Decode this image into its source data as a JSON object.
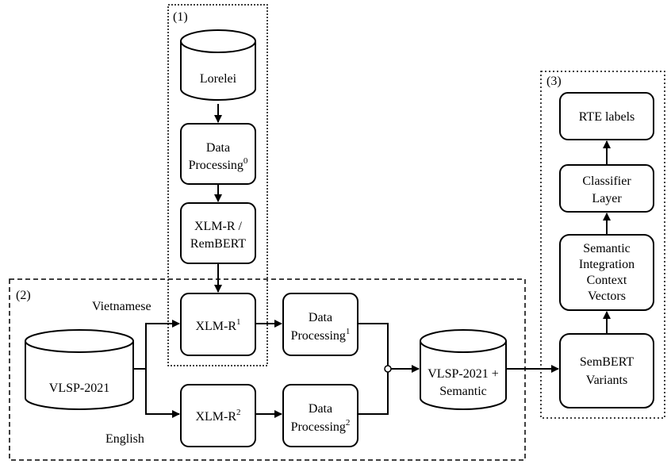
{
  "regions": {
    "pretraining": {
      "label": "(1)"
    },
    "finetuning": {
      "label": "(2)"
    },
    "semantic": {
      "label": "(3)"
    }
  },
  "datasets": {
    "lorelei": {
      "label": "Lorelei"
    },
    "vlsp": {
      "label": "VLSP-2021"
    },
    "vlsp_semantic": {
      "line1": "VLSP-2021 +",
      "line2": "Semantic"
    }
  },
  "nodes": {
    "data_processing_0": {
      "line1": "Data",
      "line2": "Processing",
      "sup": "0"
    },
    "pretrained_model": {
      "line1": "XLM-R /",
      "line2": "RemBERT"
    },
    "xlmr_1": {
      "label": "XLM-R",
      "sup": "1"
    },
    "xlmr_2": {
      "label": "XLM-R",
      "sup": "2"
    },
    "data_processing_1": {
      "line1": "Data",
      "line2": "Processing",
      "sup": "1"
    },
    "data_processing_2": {
      "line1": "Data",
      "line2": "Processing",
      "sup": "2"
    },
    "sembert": {
      "line1": "SemBERT",
      "line2": "Variants"
    },
    "semantic_integration": {
      "line1": "Semantic",
      "line2": "Integration",
      "line3": "Context",
      "line4": "Vectors"
    },
    "classifier": {
      "line1": "Classifier",
      "line2": "Layer"
    },
    "rte_labels": {
      "label": "RTE labels"
    }
  },
  "branch_labels": {
    "vietnamese": "Vietnamese",
    "english": "English"
  }
}
